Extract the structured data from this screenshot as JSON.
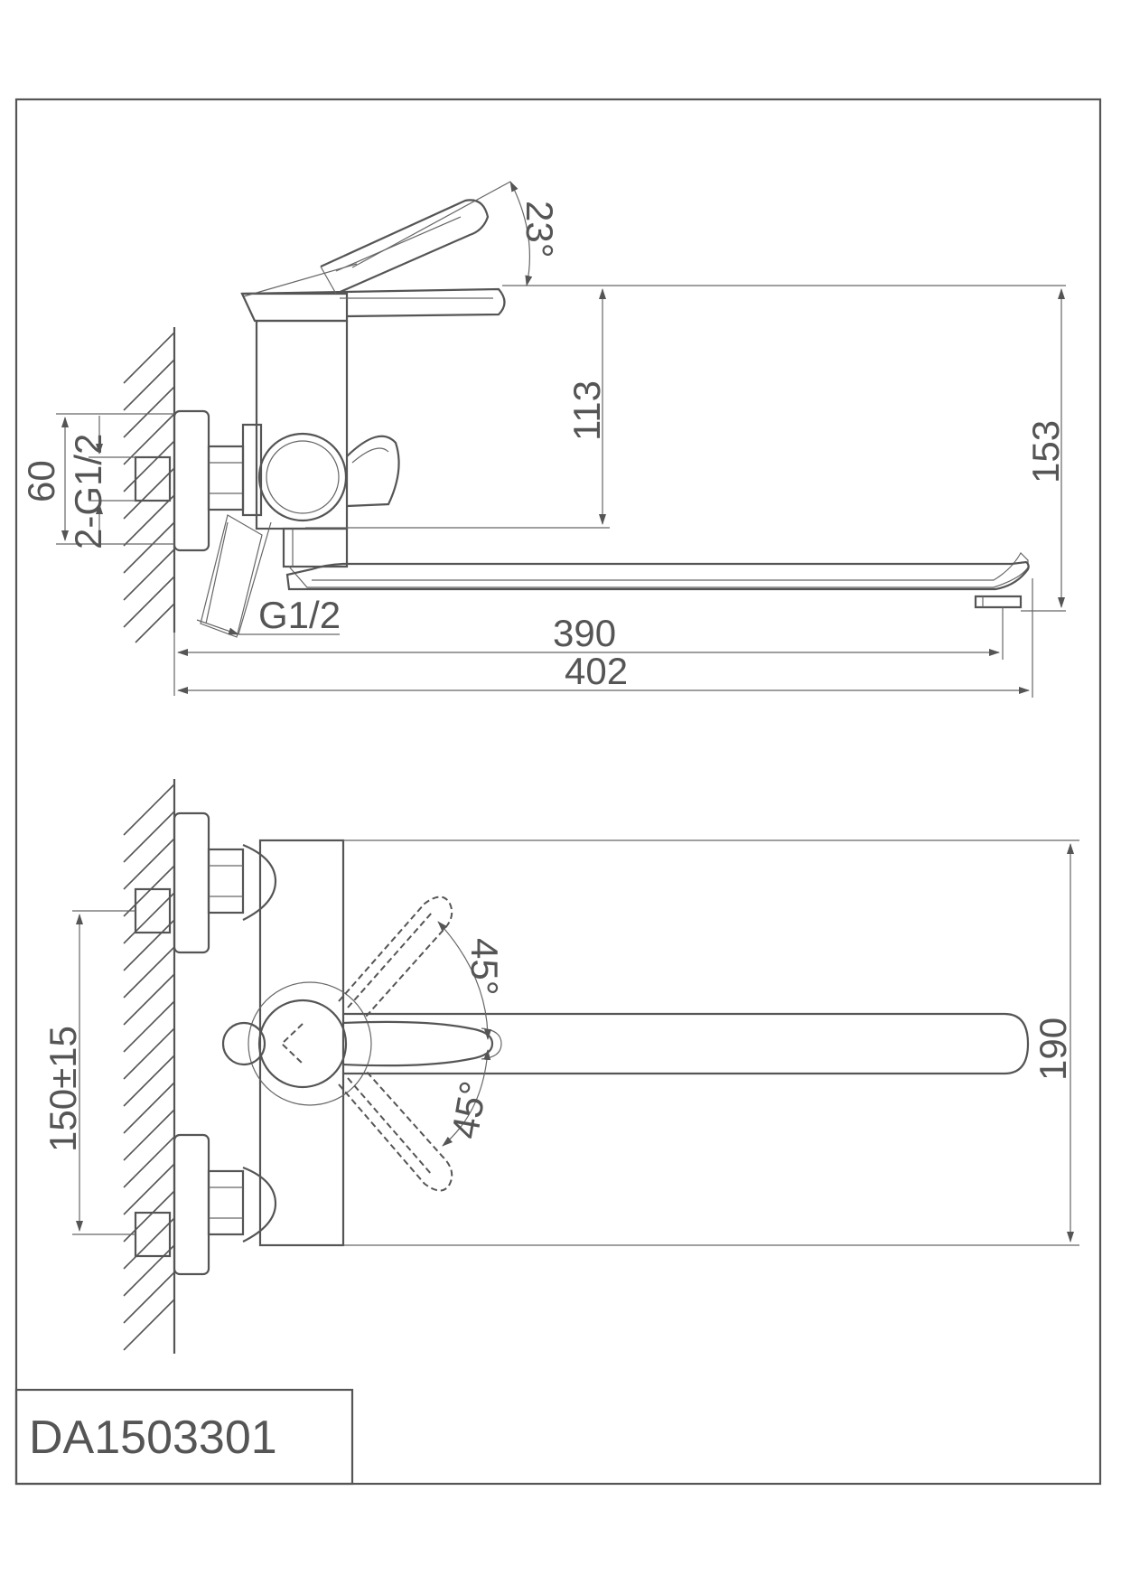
{
  "model_code": "DA1503301",
  "side_view": {
    "dims": {
      "handle_angle": "23°",
      "lever_height": "113",
      "total_height": "153",
      "inlet_spacing": "60",
      "inlet_thread": "2-G1/2",
      "outlet_thread": "G1/2",
      "spout_reach": "390",
      "total_length": "402"
    }
  },
  "front_view": {
    "dims": {
      "lever_angle_up": "45°",
      "lever_angle_down": "45°",
      "center_distance": "150±15",
      "body_height": "190"
    }
  }
}
